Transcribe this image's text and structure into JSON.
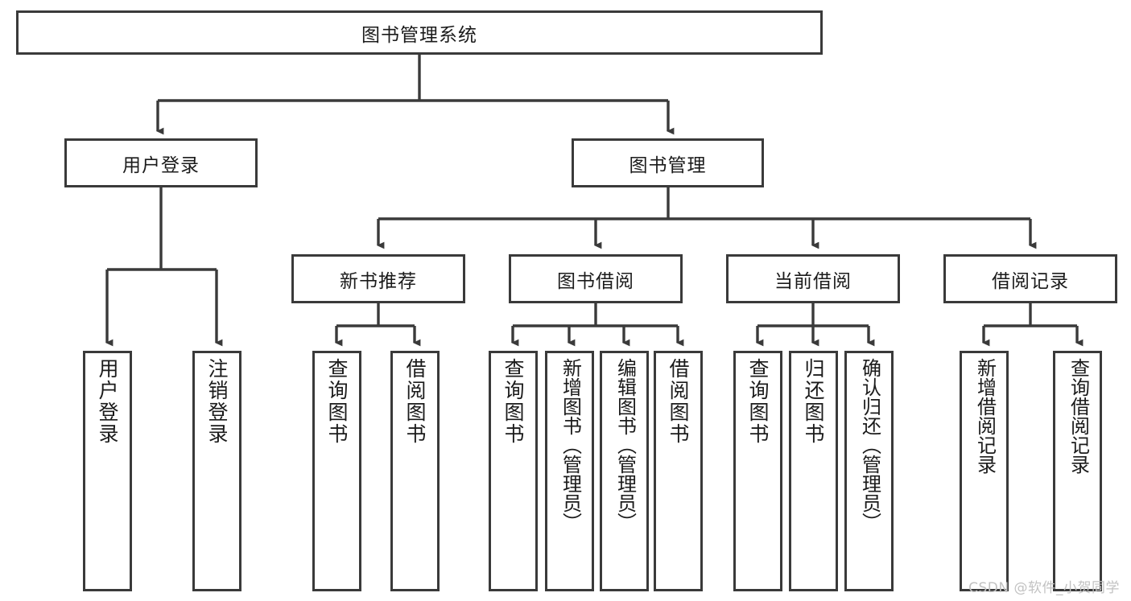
{
  "diagram": {
    "title": "图书管理系统",
    "watermark": "CSDN @软件_小贺同学",
    "colors": {
      "box_border": "#3a3a3a",
      "box_fill": "#ffffff",
      "connector": "#3a3a3a",
      "text": "#1b1b1b",
      "watermark": "#c2c2c2",
      "background": "#ffffff"
    },
    "root": {
      "label": "图书管理系统",
      "orientation": "horizontal"
    },
    "level1": [
      {
        "label": "用户登录",
        "orientation": "horizontal"
      },
      {
        "label": "图书管理",
        "orientation": "horizontal"
      }
    ],
    "level2": [
      {
        "label": "新书推荐",
        "orientation": "horizontal"
      },
      {
        "label": "图书借阅",
        "orientation": "horizontal"
      },
      {
        "label": "当前借阅",
        "orientation": "horizontal"
      },
      {
        "label": "借阅记录",
        "orientation": "horizontal"
      }
    ],
    "leaves": {
      "user_login": [
        {
          "label": "用户登录",
          "orientation": "vertical"
        },
        {
          "label": "注销登录",
          "orientation": "vertical"
        }
      ],
      "new_book_recommend": [
        {
          "label": "查询图书",
          "orientation": "vertical"
        },
        {
          "label": "借阅图书",
          "orientation": "vertical"
        }
      ],
      "book_borrow": [
        {
          "label": "查询图书",
          "orientation": "vertical"
        },
        {
          "label": "新增图书（管理员）",
          "orientation": "vertical"
        },
        {
          "label": "编辑图书（管理员）",
          "orientation": "vertical"
        },
        {
          "label": "借阅图书",
          "orientation": "vertical"
        }
      ],
      "current_borrow": [
        {
          "label": "查询图书",
          "orientation": "vertical"
        },
        {
          "label": "归还图书",
          "orientation": "vertical"
        },
        {
          "label": "确认归还（管理员）",
          "orientation": "vertical"
        }
      ],
      "borrow_record": [
        {
          "label": "新增借阅记录",
          "orientation": "vertical"
        },
        {
          "label": "查询借阅记录",
          "orientation": "vertical"
        }
      ]
    }
  }
}
